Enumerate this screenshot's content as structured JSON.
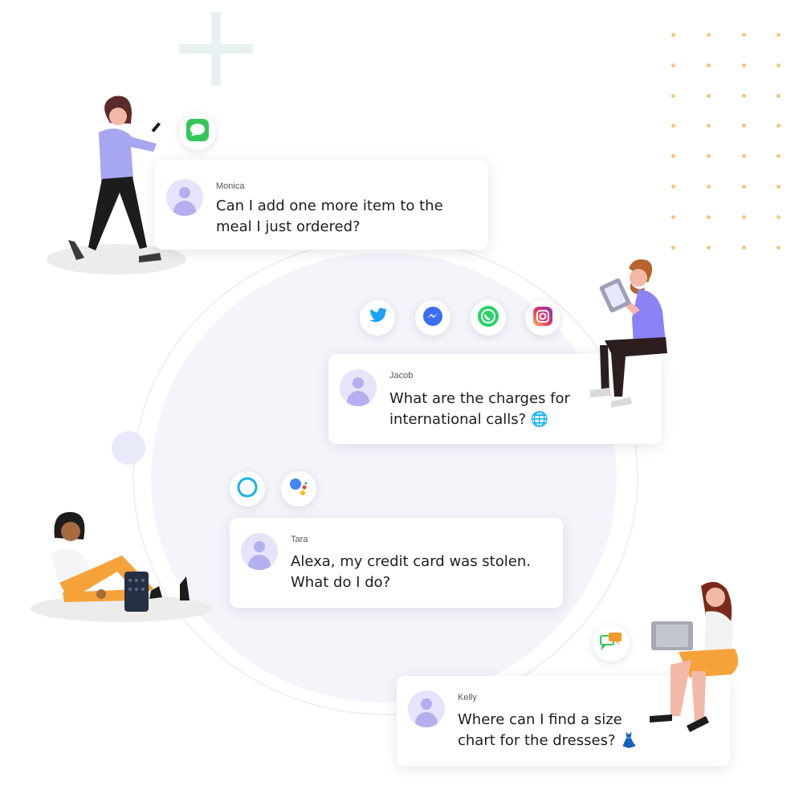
{
  "messages": [
    {
      "name": "Monica",
      "lines": [
        "Can I add one more item to the",
        "meal I just ordered?"
      ]
    },
    {
      "name": "Jacob",
      "lines": [
        "What are the charges for",
        "international calls?"
      ]
    },
    {
      "name": "Tara",
      "lines": [
        "Alexa, my credit card was stolen.",
        "What do I do?"
      ]
    },
    {
      "name": "Kelly",
      "lines": [
        "Where can I find a size",
        "chart for the dresses?"
      ]
    }
  ],
  "channels": {
    "monica": [
      "imessage-icon"
    ],
    "jacob": [
      "twitter-icon",
      "messenger-icon",
      "whatsapp-icon",
      "instagram-icon"
    ],
    "tara": [
      "alexa-icon",
      "google-assistant-icon"
    ],
    "kelly": [
      "chat-bubbles-icon"
    ]
  },
  "emoji": {
    "globe": "🌐",
    "dress": "👗"
  },
  "colors": {
    "accent_avatar": "#b3b0ef",
    "dot_grid": "#f6c67d",
    "twitter": "#1da1f2",
    "messenger": "#3b6ef0",
    "whatsapp": "#25d366",
    "imessage": "#34c759"
  }
}
